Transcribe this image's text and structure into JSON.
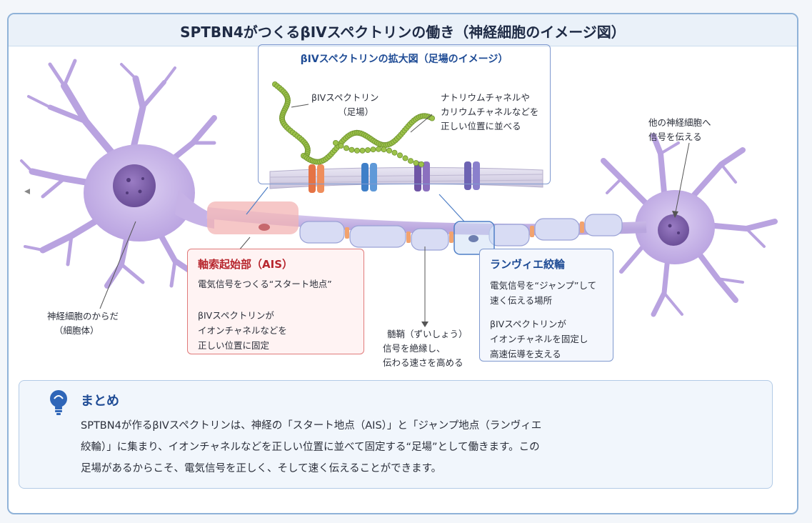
{
  "title": "SPTBN4がつくるβIVスペクトリンの働き（神経細胞のイメージ図）",
  "zoom": {
    "title": "βIVスペクトリンの拡大図（足場のイメージ）",
    "spectrin_label": [
      "βIVスペクトリン",
      "（足場）"
    ],
    "channel_label": [
      "ナトリウムチャネルや",
      "カリウムチャネルなどを",
      "正しい位置に並べる"
    ]
  },
  "right_neuron_label": [
    "他の神経細胞へ",
    "信号を伝える"
  ],
  "cell_body_label": [
    "神経細胞のからだ",
    "（細胞体）"
  ],
  "ais": {
    "title": "軸索起始部（AIS）",
    "lines": [
      "電気信号をつくる“スタート地点”",
      "",
      "βIVスペクトリンが",
      "イオンチャネルなどを",
      "正しい位置に固定"
    ]
  },
  "myelin": {
    "lines": [
      "髄鞘（ずいしょう）",
      "信号を絶縁し、",
      "伝わる速さを高める"
    ]
  },
  "nodes": {
    "title": "ランヴィエ絞輪",
    "lines": [
      "電気信号を“ジャンプ”して",
      "速く伝える場所",
      "",
      "βIVスペクトリンが",
      "イオンチャネルを固定し",
      "高速伝導を支える"
    ]
  },
  "summary": {
    "title": "まとめ",
    "lines": [
      "SPTBN4が作るβIVスペクトリンは、神経の「スタート地点（AIS）」と「ジャンプ地点（ランヴィエ",
      "絞輪）」に集まり、イオンチャネルなどを正しい位置に並べて固定する“足場”として働きます。この",
      "足場があるからこそ、電気信号を正しく、そして速く伝えることができます。"
    ]
  },
  "colors": {
    "neuron": "#c9b6e8",
    "myelin": "#d6daf2",
    "node": "#f2a36e",
    "ais": "#f2b3b3",
    "spectrin": "#9cc24a",
    "accent": "#1e4b95"
  },
  "icons": [
    "lightbulb-icon"
  ]
}
